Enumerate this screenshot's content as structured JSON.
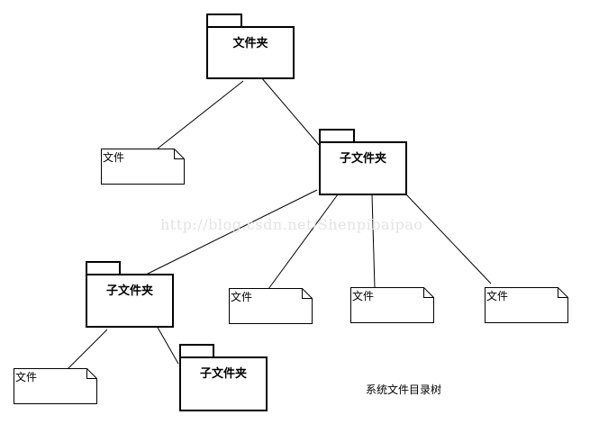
{
  "diagram": {
    "root_folder": {
      "label": "文件夹"
    },
    "subfolder_1": {
      "label": "子文件夹"
    },
    "subfolder_2": {
      "label": "子文件夹"
    },
    "subfolder_3": {
      "label": "子文件夹"
    },
    "files": [
      {
        "label": "文件"
      },
      {
        "label": "文件"
      },
      {
        "label": "文件"
      },
      {
        "label": "文件"
      },
      {
        "label": "文件"
      }
    ],
    "caption": "系统文件目录树",
    "watermark": "http://blog.csdn.net/Shenpibaipao"
  }
}
